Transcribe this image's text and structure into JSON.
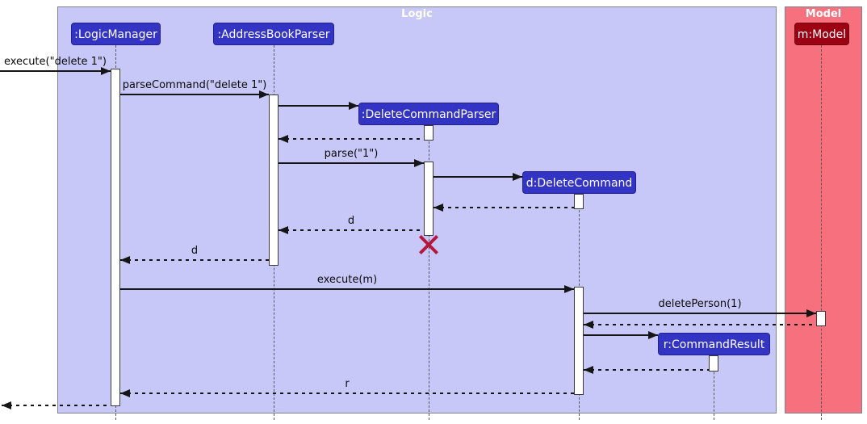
{
  "diagram": {
    "type": "uml-sequence-diagram",
    "frames": [
      {
        "title": "Logic",
        "bg": "#C8C8F8"
      },
      {
        "title": "Model",
        "bg": "#F7707D"
      }
    ],
    "participants": [
      {
        "label": ":LogicManager",
        "bg": "#3333C4"
      },
      {
        "label": ":AddressBookParser",
        "bg": "#3333C4"
      },
      {
        "label": ":DeleteCommandParser",
        "bg": "#3333C4"
      },
      {
        "label": "d:DeleteCommand",
        "bg": "#3333C4"
      },
      {
        "label": "r:CommandResult",
        "bg": "#3333C4"
      },
      {
        "label": "m:Model",
        "bg": "#9D0012"
      }
    ],
    "messages": [
      {
        "label": "execute(\"delete 1\")",
        "kind": "call"
      },
      {
        "label": "parseCommand(\"delete 1\")",
        "kind": "call"
      },
      {
        "label": "parse(\"1\")",
        "kind": "call"
      },
      {
        "label": "d",
        "kind": "return"
      },
      {
        "label": "d",
        "kind": "return"
      },
      {
        "label": "execute(m)",
        "kind": "call"
      },
      {
        "label": "deletePerson(1)",
        "kind": "call"
      },
      {
        "label": "r",
        "kind": "return"
      }
    ],
    "colors": {
      "logic_frame_bg": "#C8C8F8",
      "model_frame_bg": "#F7707D",
      "logic_participant_bg": "#3333C4",
      "model_participant_bg": "#9D0012",
      "destroy_marker": "#B5163B",
      "line": "#151515"
    }
  }
}
